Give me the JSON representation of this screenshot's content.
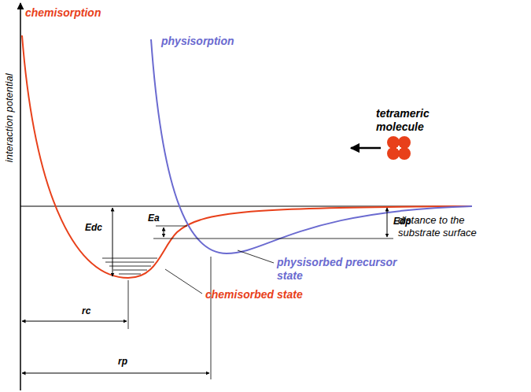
{
  "diagram": {
    "labels": [
      "chemisorption",
      "physisorption",
      "tetrameric molecule",
      "interaction potential",
      "distance to the substrate surface",
      "Ea",
      "Edc",
      "Edp",
      "physisorbed precursor state",
      "chemisorbed state",
      "rc",
      "rp"
    ]
  }
}
